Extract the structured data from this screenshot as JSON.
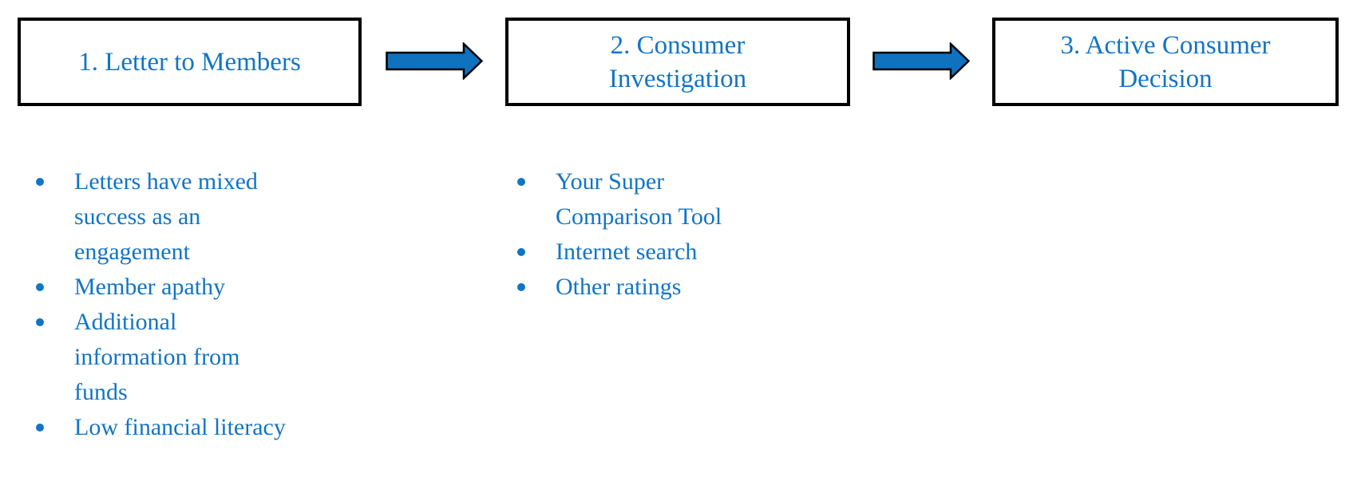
{
  "colors": {
    "accent_blue": "#1274C5",
    "arrow_fill": "#0E72BE",
    "box_border": "#000000",
    "background": "#FFFFFF"
  },
  "flow": {
    "boxes": [
      {
        "label": "1. Letter to Members",
        "lines": [
          "1. Letter to Members"
        ]
      },
      {
        "label": "2. Consumer Investigation",
        "lines": [
          "2. Consumer",
          "Investigation"
        ]
      },
      {
        "label": "3. Active Consumer Decision",
        "lines": [
          "3. Active Consumer",
          "Decision"
        ]
      }
    ],
    "arrows": [
      "right-arrow",
      "right-arrow"
    ]
  },
  "lists": {
    "letter_to_members": {
      "items": [
        {
          "text": "Letters have mixed success as an engagement",
          "lines": [
            "Letters have mixed",
            "success as an",
            "engagement"
          ]
        },
        {
          "text": "Member apathy",
          "lines": [
            "Member apathy"
          ]
        },
        {
          "text": "Additional information from funds",
          "lines": [
            "Additional",
            "information from",
            "funds"
          ]
        },
        {
          "text": "Low financial literacy",
          "lines": [
            "Low financial literacy"
          ]
        }
      ]
    },
    "consumer_investigation": {
      "items": [
        {
          "text": "Your Super Comparison Tool",
          "lines": [
            "Your Super",
            "Comparison Tool"
          ]
        },
        {
          "text": "Internet search",
          "lines": [
            "Internet search"
          ]
        },
        {
          "text": "Other ratings",
          "lines": [
            "Other ratings"
          ]
        }
      ]
    }
  }
}
